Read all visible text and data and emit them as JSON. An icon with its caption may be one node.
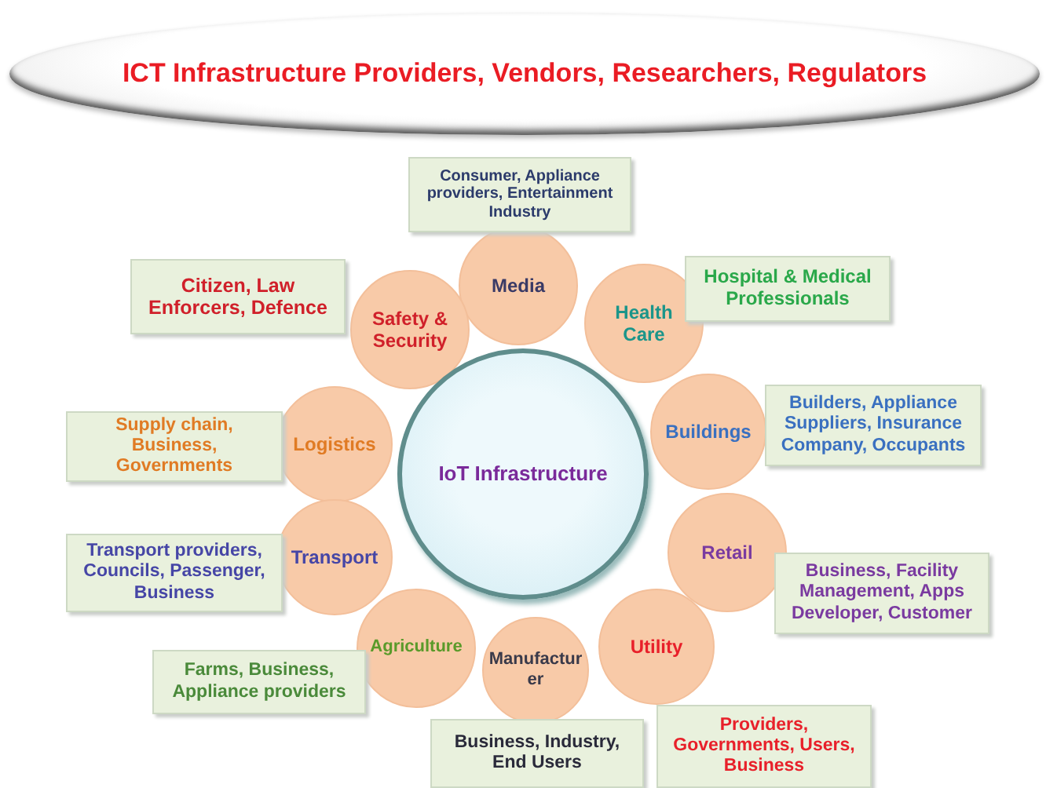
{
  "diagram": {
    "nodes": [
      {
        "text": [
          "ICT Infrastructure Providers, Vendors, Researchers, Regulators"
        ]
      },
      {
        "text": [
          "Consumer, Appliance providers, Entertainment Industry"
        ]
      },
      {
        "text": [
          "Media"
        ]
      },
      {
        "text": [
          "Citizen, Law Enforcers, Defence"
        ]
      },
      {
        "text": [
          "Safety & Security"
        ]
      },
      {
        "text": [
          "Health Care"
        ]
      },
      {
        "text": [
          "Hospital & Medical Professionals"
        ]
      },
      {
        "text": [
          "Logistics"
        ]
      },
      {
        "text": [
          "Supply chain, Business, Governments"
        ]
      },
      {
        "text": [
          "IoT Infrastructure"
        ]
      },
      {
        "text": [
          "Buildings"
        ]
      },
      {
        "text": [
          "Builders, Appliance Suppliers, Insurance Company, Occupants"
        ]
      },
      {
        "text": [
          "Transport"
        ]
      },
      {
        "text": [
          "Transport providers, Councils, Passenger, Business"
        ]
      },
      {
        "text": [
          "Retail"
        ]
      },
      {
        "text": [
          "Business, Facility Management, Apps Developer, Customer"
        ]
      },
      {
        "text": [
          "Agriculture"
        ]
      },
      {
        "text": [
          "Farms, Business, Appliance providers"
        ]
      },
      {
        "text": [
          "Manufactur er"
        ]
      },
      {
        "text": [
          "Utility"
        ]
      },
      {
        "text": [
          "Business, Industry, End Users"
        ]
      },
      {
        "text": [
          "Providers, Governments, Users, Business"
        ]
      }
    ]
  }
}
